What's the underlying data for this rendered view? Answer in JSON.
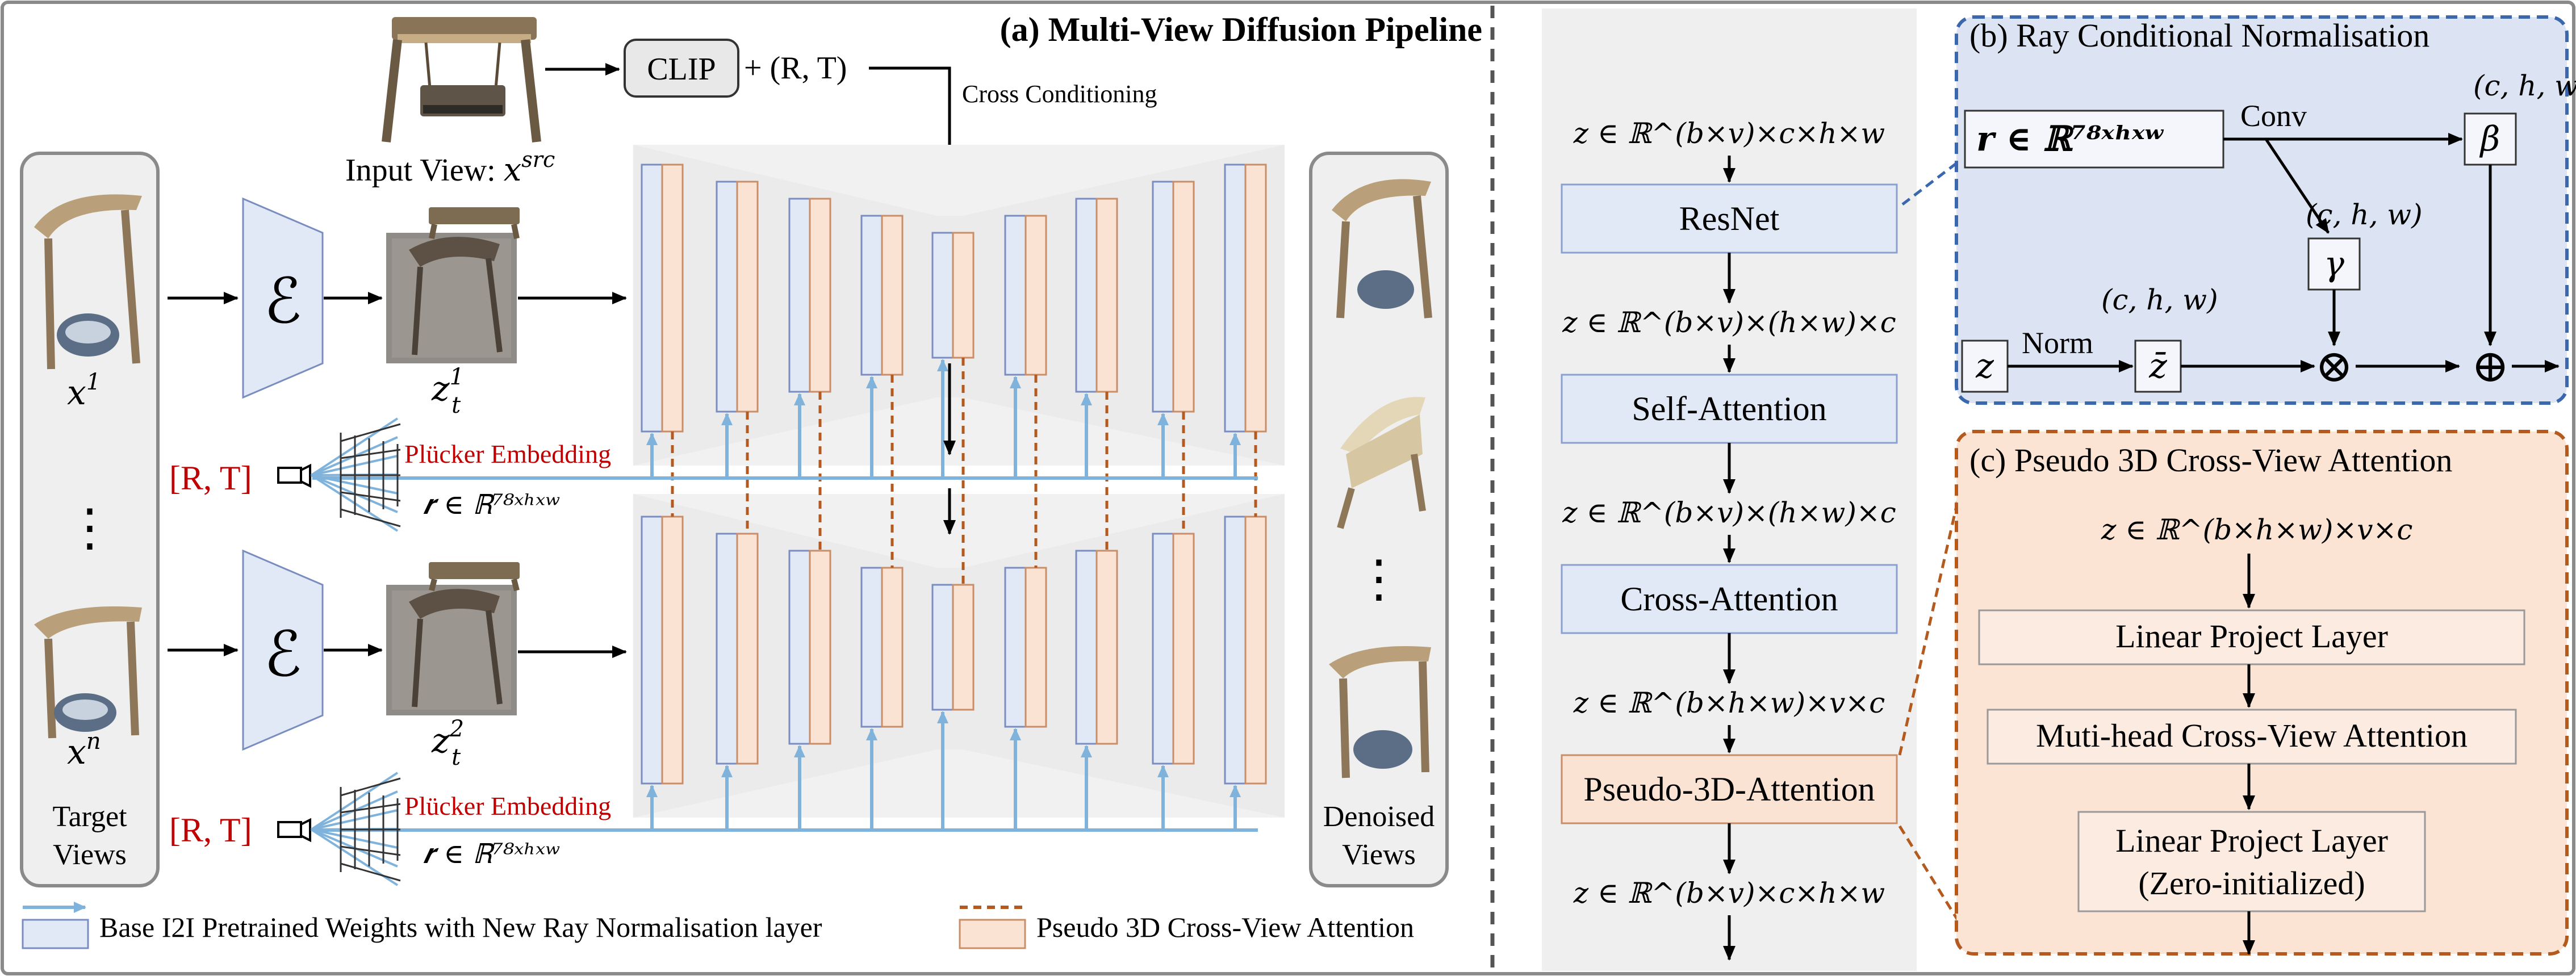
{
  "panel_a": {
    "title": "(a) Multi-View Diffusion Pipeline",
    "clip_label": "CLIP",
    "rt_plus": "+ (R, T)",
    "cross_conditioning": "Cross Conditioning",
    "input_view_label": "Input View: ",
    "input_view_math": "x",
    "input_view_sup": "src",
    "encoder_symbol": "ℰ",
    "x1": "x",
    "x1_sup": "1",
    "xn": "x",
    "xn_sup": "n",
    "z1": "z",
    "z1_sup": "1",
    "z1_sub": "t",
    "z2": "z",
    "z2_sup": "2",
    "z2_sub": "t",
    "vdots": "⋮",
    "rt_label": "[R, T]",
    "plucker_label": "Plücker Embedding",
    "r_embed": "𝒓 ∈ ℝ⁷⁸ˣʰˣʷ",
    "target_views": "Target Views",
    "target_views_l1": "Target",
    "target_views_l2": "Views",
    "denoised_l1": "Denoised",
    "denoised_l2": "Views",
    "legend_blue": "Base I2I Pretrained Weights with New Ray Normalisation layer",
    "legend_orange": "Pseudo 3D Cross-View Attention"
  },
  "middle": {
    "shapes": [
      "z ∈ ℝ^(b×v)×c×h×w",
      "z ∈ ℝ^(b×v)×(h×w)×c",
      "z ∈ ℝ^(b×v)×(h×w)×c",
      "z ∈ ℝ^(b×h×w)×v×c",
      "z ∈ ℝ^(b×v)×c×h×w"
    ],
    "blocks": [
      "ResNet",
      "Self-Attention",
      "Cross-Attention",
      "Pseudo-3D-Attention"
    ]
  },
  "panel_b": {
    "title": "(b) Ray Conditional Normalisation",
    "r_input": "𝒓 ∈ ℝ⁷⁸ˣʰˣʷ",
    "conv": "Conv",
    "chw1": "(c, h, w)",
    "chw2": "(c, h, w)",
    "chw3": "(c, h, w)",
    "beta": "β",
    "gamma": "γ",
    "z": "z",
    "norm": "Norm",
    "zbar": "z̄",
    "otimes": "⊗",
    "oplus": "⊕"
  },
  "panel_c": {
    "title": "(c) Pseudo 3D Cross-View Attention",
    "shape": "z ∈ ℝ^(b×h×w)×v×c",
    "block1": "Linear Project Layer",
    "block2": "Muti-head Cross-View Attention",
    "block3_l1": "Linear Project Layer",
    "block3_l2": "(Zero-initialized)"
  },
  "colors": {
    "blue_fill": "#e2e9f6",
    "orange_fill": "#fbe3d4",
    "ray_blue": "#7fb3dc",
    "dashed_orange": "#b45a1f",
    "red_text": "#c00000",
    "panel_b_bg": "#dce4f4",
    "panel_c_bg": "#fbe4d4"
  }
}
